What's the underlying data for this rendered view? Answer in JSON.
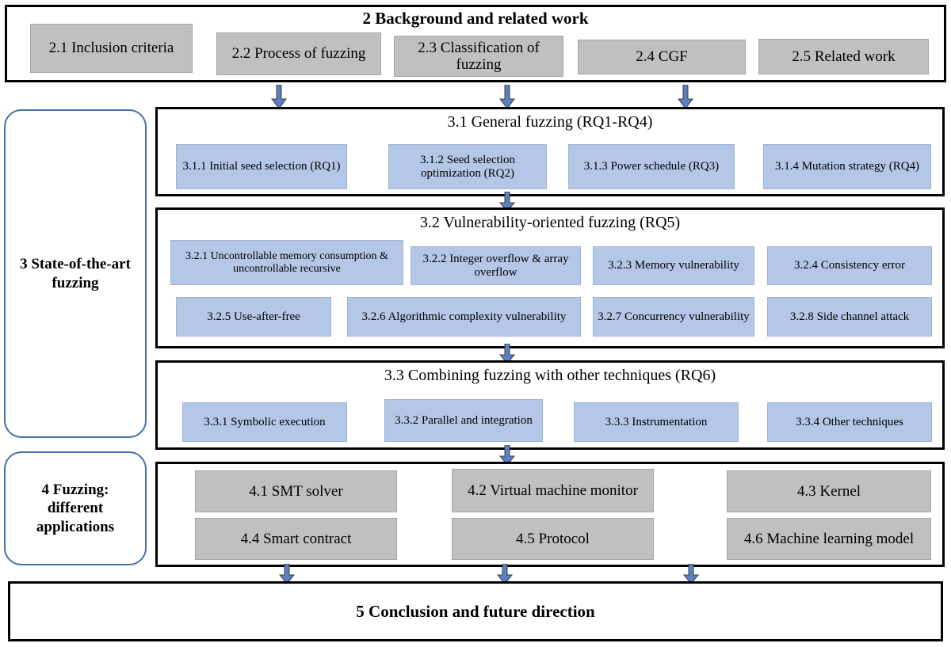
{
  "diagram": {
    "title": "Survey structure flowchart",
    "colors": {
      "blue_fill": "#b4c7e7",
      "blue_border": "#9db4da",
      "grey_fill": "#c0c0c0",
      "grey_border": "#a6a6a6",
      "arrow_fill": "#5b7fc0",
      "arrow_border": "#404040",
      "outline": "#000000",
      "sidebar_border": "#4472a8"
    }
  },
  "top_band": {
    "title": "2 Background and related work",
    "items": [
      {
        "label": "2.1 Inclusion criteria"
      },
      {
        "label": "2.2 Process of fuzzing"
      },
      {
        "label": "2.3 Classification of fuzzing"
      },
      {
        "label": "2.4 CGF"
      },
      {
        "label": "2.5 Related work"
      }
    ]
  },
  "sidebar": {
    "items": [
      {
        "label": "3 State-of-the-art fuzzing"
      },
      {
        "label": "4 Fuzzing: different applications"
      }
    ]
  },
  "sections": [
    {
      "id": "s31",
      "title": "3.1 General fuzzing (RQ1-RQ4)",
      "items": [
        {
          "label": "3.1.1 Initial seed selection (RQ1)"
        },
        {
          "label": "3.1.2 Seed selection optimization (RQ2)"
        },
        {
          "label": "3.1.3 Power schedule (RQ3)"
        },
        {
          "label": "3.1.4 Mutation strategy (RQ4)"
        }
      ]
    },
    {
      "id": "s32",
      "title": "3.2 Vulnerability-oriented fuzzing (RQ5)",
      "items": [
        {
          "label": "3.2.1 Uncontrollable memory consumption & uncontrollable recursive"
        },
        {
          "label": "3.2.2 Integer overflow & array overflow"
        },
        {
          "label": "3.2.3 Memory vulnerability"
        },
        {
          "label": "3.2.4 Consistency error"
        },
        {
          "label": "3.2.5 Use-after-free"
        },
        {
          "label": "3.2.6 Algorithmic complexity vulnerability"
        },
        {
          "label": "3.2.7 Concurrency vulnerability"
        },
        {
          "label": "3.2.8 Side channel attack"
        }
      ]
    },
    {
      "id": "s33",
      "title": "3.3 Combining fuzzing with other techniques (RQ6)",
      "items": [
        {
          "label": "3.3.1 Symbolic execution"
        },
        {
          "label": "3.3.2 Parallel and integration"
        },
        {
          "label": "3.3.3 Instrumentation"
        },
        {
          "label": "3.3.4 Other techniques"
        }
      ]
    },
    {
      "id": "s4",
      "title": "",
      "items": [
        {
          "label": "4.1 SMT solver"
        },
        {
          "label": "4.2 Virtual machine monitor"
        },
        {
          "label": "4.3 Kernel"
        },
        {
          "label": "4.4 Smart contract"
        },
        {
          "label": "4.5 Protocol"
        },
        {
          "label": "4.6 Machine learning model"
        }
      ]
    }
  ],
  "conclusion": {
    "title": "5 Conclusion and future direction"
  },
  "arrows": {
    "name": "down-arrow-icon",
    "count": 11
  }
}
